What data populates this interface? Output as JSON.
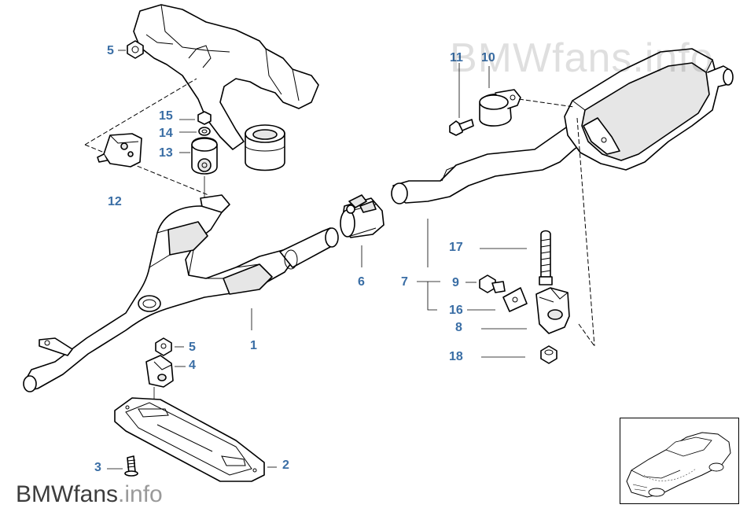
{
  "watermark": {
    "top_text": "BMWfans.info",
    "bottom_brand": "BMWfans",
    "bottom_suffix": ".info"
  },
  "callouts": [
    {
      "id": "c5a",
      "label": "5"
    },
    {
      "id": "c15",
      "label": "15"
    },
    {
      "id": "c14",
      "label": "14"
    },
    {
      "id": "c13",
      "label": "13"
    },
    {
      "id": "c12",
      "label": "12"
    },
    {
      "id": "c1",
      "label": "1"
    },
    {
      "id": "c5b",
      "label": "5"
    },
    {
      "id": "c4",
      "label": "4"
    },
    {
      "id": "c3",
      "label": "3"
    },
    {
      "id": "c2",
      "label": "2"
    },
    {
      "id": "c6",
      "label": "6"
    },
    {
      "id": "c7",
      "label": "7"
    },
    {
      "id": "c11",
      "label": "11"
    },
    {
      "id": "c10",
      "label": "10"
    },
    {
      "id": "c17",
      "label": "17"
    },
    {
      "id": "c9",
      "label": "9"
    },
    {
      "id": "c16",
      "label": "16"
    },
    {
      "id": "c8",
      "label": "8"
    },
    {
      "id": "c18",
      "label": "18"
    }
  ],
  "colors": {
    "callout": "#3a6ea5",
    "line": "#000000",
    "shade": "#e6e6e6"
  }
}
